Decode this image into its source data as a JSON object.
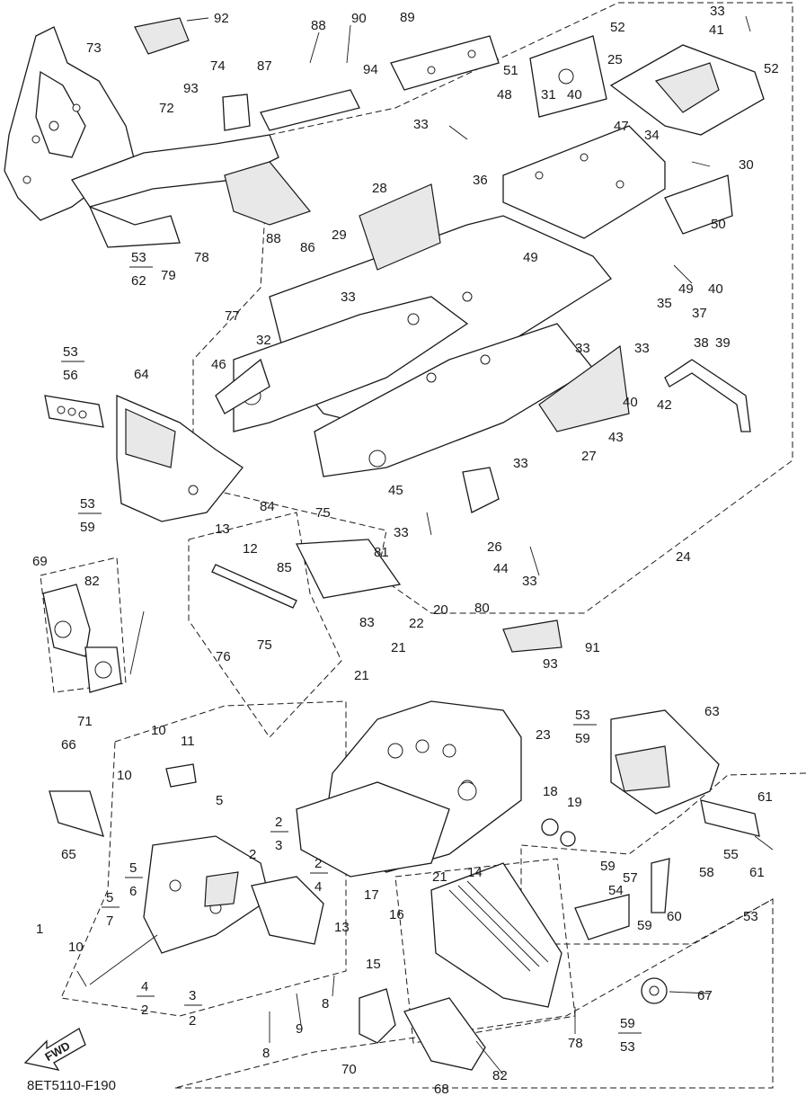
{
  "diagram_code": "8ET5110-F190",
  "fwd_label": "FWD",
  "callouts": {
    "c92": "92",
    "c93a": "93",
    "c73": "73",
    "c74": "74",
    "c72": "72",
    "c87": "87",
    "c88a": "88",
    "c90": "90",
    "c89": "89",
    "c94": "94",
    "c33a": "33",
    "c52a": "52",
    "c41": "41",
    "c52b": "52",
    "c51": "51",
    "c25": "25",
    "c48": "48",
    "c31": "31",
    "c40a": "40",
    "c47": "47",
    "c33b": "33",
    "c36": "36",
    "c34": "34",
    "c30": "30",
    "c28": "28",
    "c29": "29",
    "c88b": "88",
    "c86": "86",
    "c78a": "78",
    "c79": "79",
    "c49a": "49",
    "c49b": "49",
    "c50": "50",
    "c40b": "40",
    "c33c": "33",
    "c35": "35",
    "c77": "77",
    "c37": "37",
    "c38": "38",
    "c39": "39",
    "c33d": "33",
    "c32": "32",
    "c46": "46",
    "c64": "64",
    "c40c": "40",
    "c42": "42",
    "c43": "43",
    "c27": "27",
    "c33e": "33",
    "c45": "45",
    "c84": "84",
    "c75a": "75",
    "c81": "81",
    "c26": "26",
    "c44": "44",
    "c33f": "33",
    "c33g": "33",
    "c24": "24",
    "c13a": "13",
    "c12": "12",
    "c85": "85",
    "c83": "83",
    "c69": "69",
    "c82a": "82",
    "c80": "80",
    "c20": "20",
    "c22": "22",
    "c21a": "21",
    "c91": "91",
    "c93b": "93",
    "c76": "76",
    "c75b": "75",
    "c21b": "21",
    "c71": "71",
    "c63": "63",
    "c23": "23",
    "c10a": "10",
    "c11": "11",
    "c66": "66",
    "c10b": "10",
    "c18": "18",
    "c19": "19",
    "c61a": "61",
    "c65": "65",
    "c5a": "5",
    "c2a": "2",
    "c3a": "3",
    "c4a": "4",
    "c55": "55",
    "c61b": "61",
    "c59a": "59",
    "c58": "58",
    "c57": "57",
    "c54": "54",
    "c14": "14",
    "c21c": "21",
    "c17": "17",
    "c16": "16",
    "c15": "15",
    "c13b": "13",
    "c1": "1",
    "c10c": "10",
    "c6": "6",
    "c7": "7",
    "c5b": "5",
    "c5c": "5",
    "c60": "60",
    "c59b": "59",
    "c53a": "53",
    "c67": "67",
    "c8a": "8",
    "c9": "9",
    "c8b": "8",
    "c70": "70",
    "c68": "68",
    "c82b": "82",
    "c78b": "78",
    "c3b": "3",
    "c2b": "2",
    "c2c": "2",
    "c4b": "4"
  },
  "fractions": {
    "f1": {
      "top": "53",
      "bottom": "62"
    },
    "f2": {
      "top": "53",
      "bottom": "56"
    },
    "f3": {
      "top": "53",
      "bottom": "59"
    },
    "f4": {
      "top": "53",
      "bottom": "59"
    },
    "f5": {
      "top": "59",
      "bottom": "53"
    },
    "f6": {
      "top": "4",
      "bottom": "2"
    },
    "f7": {
      "top": "3",
      "bottom": "2"
    },
    "f8": {
      "top": "2",
      "bottom": "3"
    },
    "f9": {
      "top": "2",
      "bottom": "4"
    },
    "f10": {
      "top": "5",
      "bottom": "6"
    },
    "f11": {
      "top": "5",
      "bottom": "7"
    }
  }
}
